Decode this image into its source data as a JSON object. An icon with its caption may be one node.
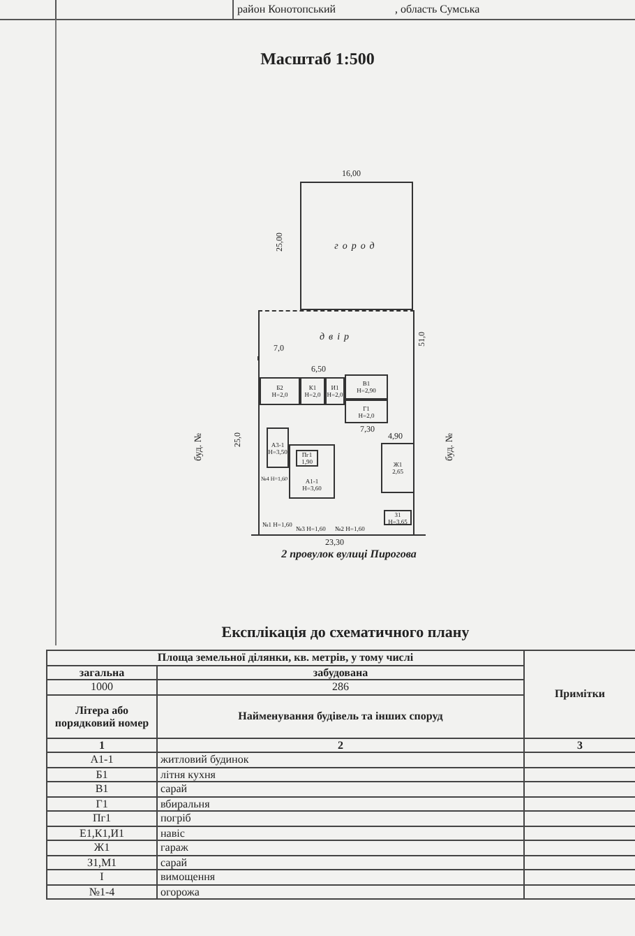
{
  "diagram": {
    "title": "Масштаб 1:500",
    "caption": "2 провулок вулиці Пирогова",
    "nodes": [
      {
        "text": [
          "город"
        ]
      },
      {
        "text": [
          "двір"
        ]
      },
      {
        "text": [
          "Б2",
          "Н=2,0"
        ],
        "in": 1
      },
      {
        "text": [
          "К1",
          "Н=2,0"
        ],
        "in": 1
      },
      {
        "text": [
          "И1",
          "Н=2,0"
        ],
        "in": 1
      },
      {
        "text": [
          "В1",
          "Н=2,90"
        ],
        "in": 1
      },
      {
        "text": [
          "Г1",
          "Н=2,0"
        ],
        "in": 1
      },
      {
        "text": [
          "А3-1",
          "Н=3,50"
        ],
        "in": 1
      },
      {
        "text": [
          "А1-1",
          "Н=3,60"
        ],
        "in": 1
      },
      {
        "text": [
          "Пг1",
          "1,90"
        ],
        "in": 8
      },
      {
        "text": [
          "Ж1",
          "2,65"
        ],
        "in": 1
      },
      {
        "text": [
          "З1",
          "Н=3,65"
        ],
        "in": 1
      }
    ],
    "labels": [
      "район Конотопський",
      ", область Сумська",
      "16,00",
      "25,00",
      "7,0",
      "51,0",
      "25,0",
      "23,30",
      "6,50",
      "7,30",
      "4,90",
      "№1 Н=1,60",
      "№3 Н=1,60",
      "№2 Н=1,60",
      "№4 Н=1,60",
      "буд. №",
      "буд. №",
      "Експлікація до схематичного плану",
      "Площа земельної ділянки, кв. метрів, у тому числі",
      "Примітки",
      "загальна",
      "забудована",
      "1000",
      "286",
      "Літера або порядковий номер",
      "Найменування будівель та інших споруд",
      "1",
      "2",
      "3",
      "А1-1",
      "житловий будинок",
      "Б1",
      "літня кухня",
      "В1",
      "сарай",
      "Г1",
      "вбиральня",
      "Пг1",
      "погріб",
      "Е1,К1,И1",
      "навіс",
      "Ж1",
      "гараж",
      "З1,М1",
      "сарай",
      "І",
      "вимощення",
      "№1-4",
      "огорожа"
    ]
  }
}
